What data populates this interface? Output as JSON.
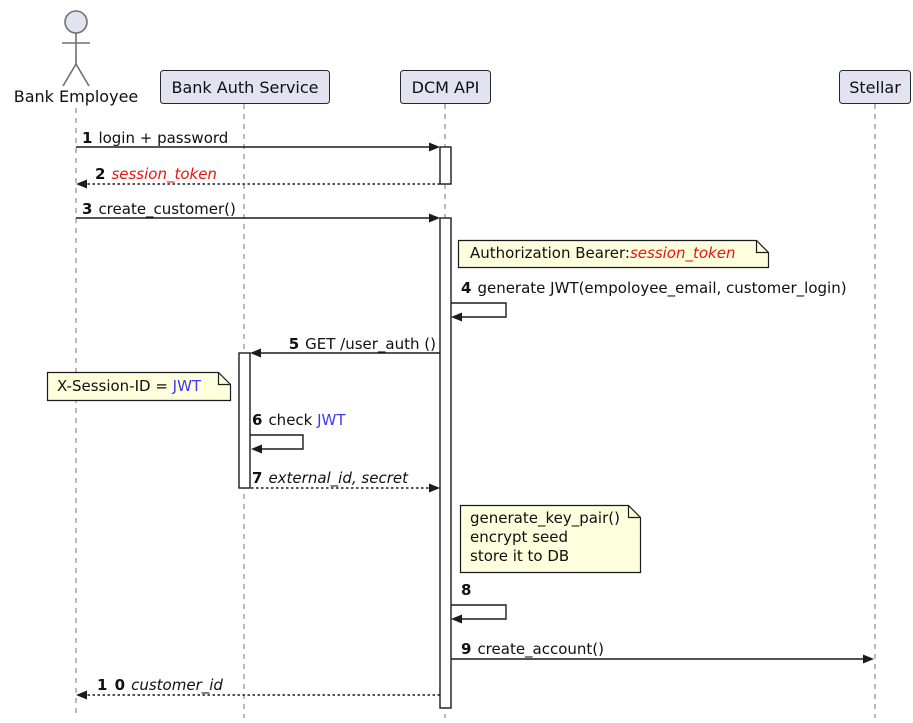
{
  "colors": {
    "participant_fill": "#E2E2F0",
    "participant_border": "#24292E",
    "note_fill": "#FEFFDD",
    "note_border": "#1B1B1B",
    "line_color": "#1B1B1B",
    "lifeline_color": "#8C8C8C",
    "actor_color": "#707070",
    "activation_fill": "#FFFFFF",
    "text_color": "#101010",
    "red_text": "#E81414",
    "blue_text": "#3B3BF0"
  },
  "participants": [
    {
      "label": "Bank Employee",
      "kind": "actor"
    },
    {
      "label": "Bank Auth Service",
      "kind": "participant"
    },
    {
      "label": "DCM API",
      "kind": "participant"
    },
    {
      "label": "Stellar",
      "kind": "participant"
    }
  ],
  "messages": [
    {
      "num": "1",
      "text": "login + password",
      "from": "Bank Employee",
      "to": "DCM API",
      "line": "solid"
    },
    {
      "num": "2",
      "text": "session_token",
      "from": "DCM API",
      "to": "Bank Employee",
      "line": "dotted",
      "style": "red-italic"
    },
    {
      "num": "3",
      "text": "create_customer()",
      "from": "Bank Employee",
      "to": "DCM API",
      "line": "solid"
    },
    {
      "num": "4",
      "text": "generate JWT(empoloyee_email, customer_login)",
      "from": "DCM API",
      "to": "DCM API",
      "line": "solid"
    },
    {
      "num": "5",
      "text": "GET /user_auth ()",
      "from": "DCM API",
      "to": "Bank Auth Service",
      "line": "solid"
    },
    {
      "num": "6",
      "text_pre": "check ",
      "text_colored": "JWT",
      "from": "Bank Auth Service",
      "to": "Bank Auth Service",
      "line": "solid",
      "colored_style": "blue"
    },
    {
      "num": "7",
      "text": "external_id, secret",
      "from": "Bank Auth Service",
      "to": "DCM API",
      "line": "dotted",
      "style": "italic"
    },
    {
      "num": "8",
      "text": "",
      "from": "DCM API",
      "to": "DCM API",
      "line": "solid"
    },
    {
      "num": "9",
      "text": "create_account()",
      "from": "DCM API",
      "to": "Stellar",
      "line": "solid"
    },
    {
      "num": "1 0",
      "text": "customer_id",
      "from": "DCM API",
      "to": "Bank Employee",
      "line": "dotted",
      "style": "italic"
    }
  ],
  "notes": [
    {
      "text_pre": "Authorization Bearer:",
      "text_colored": "session_token",
      "colored_style": "red",
      "attached_to": "DCM API"
    },
    {
      "text_pre": "X-Session-ID = ",
      "text_colored": "JWT",
      "colored_style": "blue",
      "attached_to": "Bank Auth Service"
    },
    {
      "lines": [
        "generate_key_pair()",
        "encrypt seed",
        "store it to DB"
      ],
      "attached_to": "DCM API"
    }
  ]
}
